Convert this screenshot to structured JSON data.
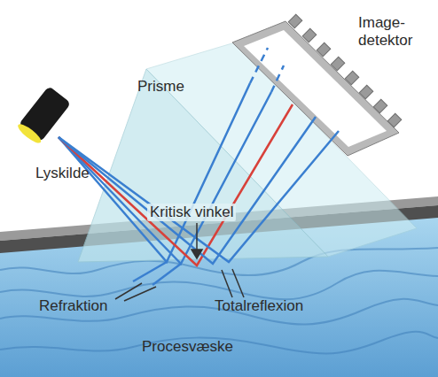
{
  "diagram": {
    "labels": [
      "Image- detektor",
      "Prisme",
      "Lyskilde",
      "Kritisk vinkel",
      "Refraktion",
      "Totalreflexion",
      "Procesvæske"
    ]
  }
}
